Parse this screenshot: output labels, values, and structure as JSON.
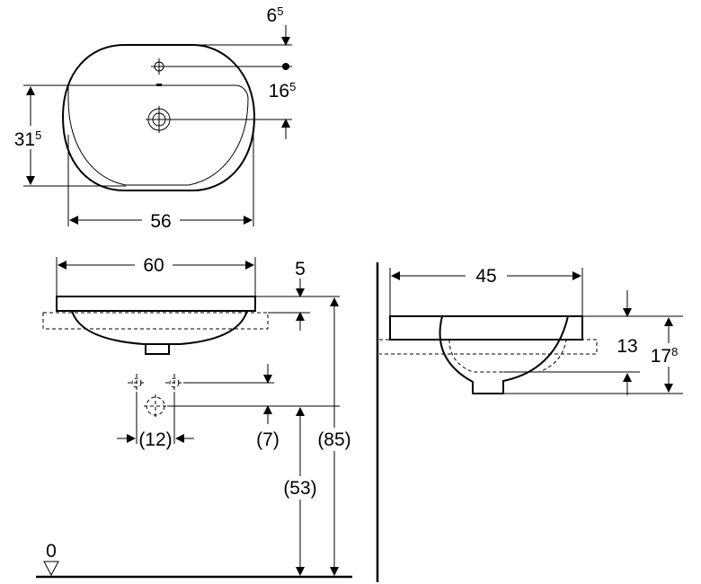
{
  "top_view": {
    "tap_offset": {
      "main": "6",
      "sup": "5"
    },
    "drain_offset": {
      "main": "16",
      "sup": "5"
    },
    "depth": {
      "main": "31",
      "sup": "5"
    },
    "width": "56"
  },
  "front_view": {
    "width": "60",
    "rim": "5",
    "pipe_spacing": "(12)",
    "pipe_height": "(7)",
    "drain_height": "(53)",
    "total_height": "(85)",
    "floor_level": "0"
  },
  "side_view": {
    "depth": "45",
    "bowl_depth": "13",
    "total_depth": {
      "main": "17",
      "sup": "8"
    }
  }
}
